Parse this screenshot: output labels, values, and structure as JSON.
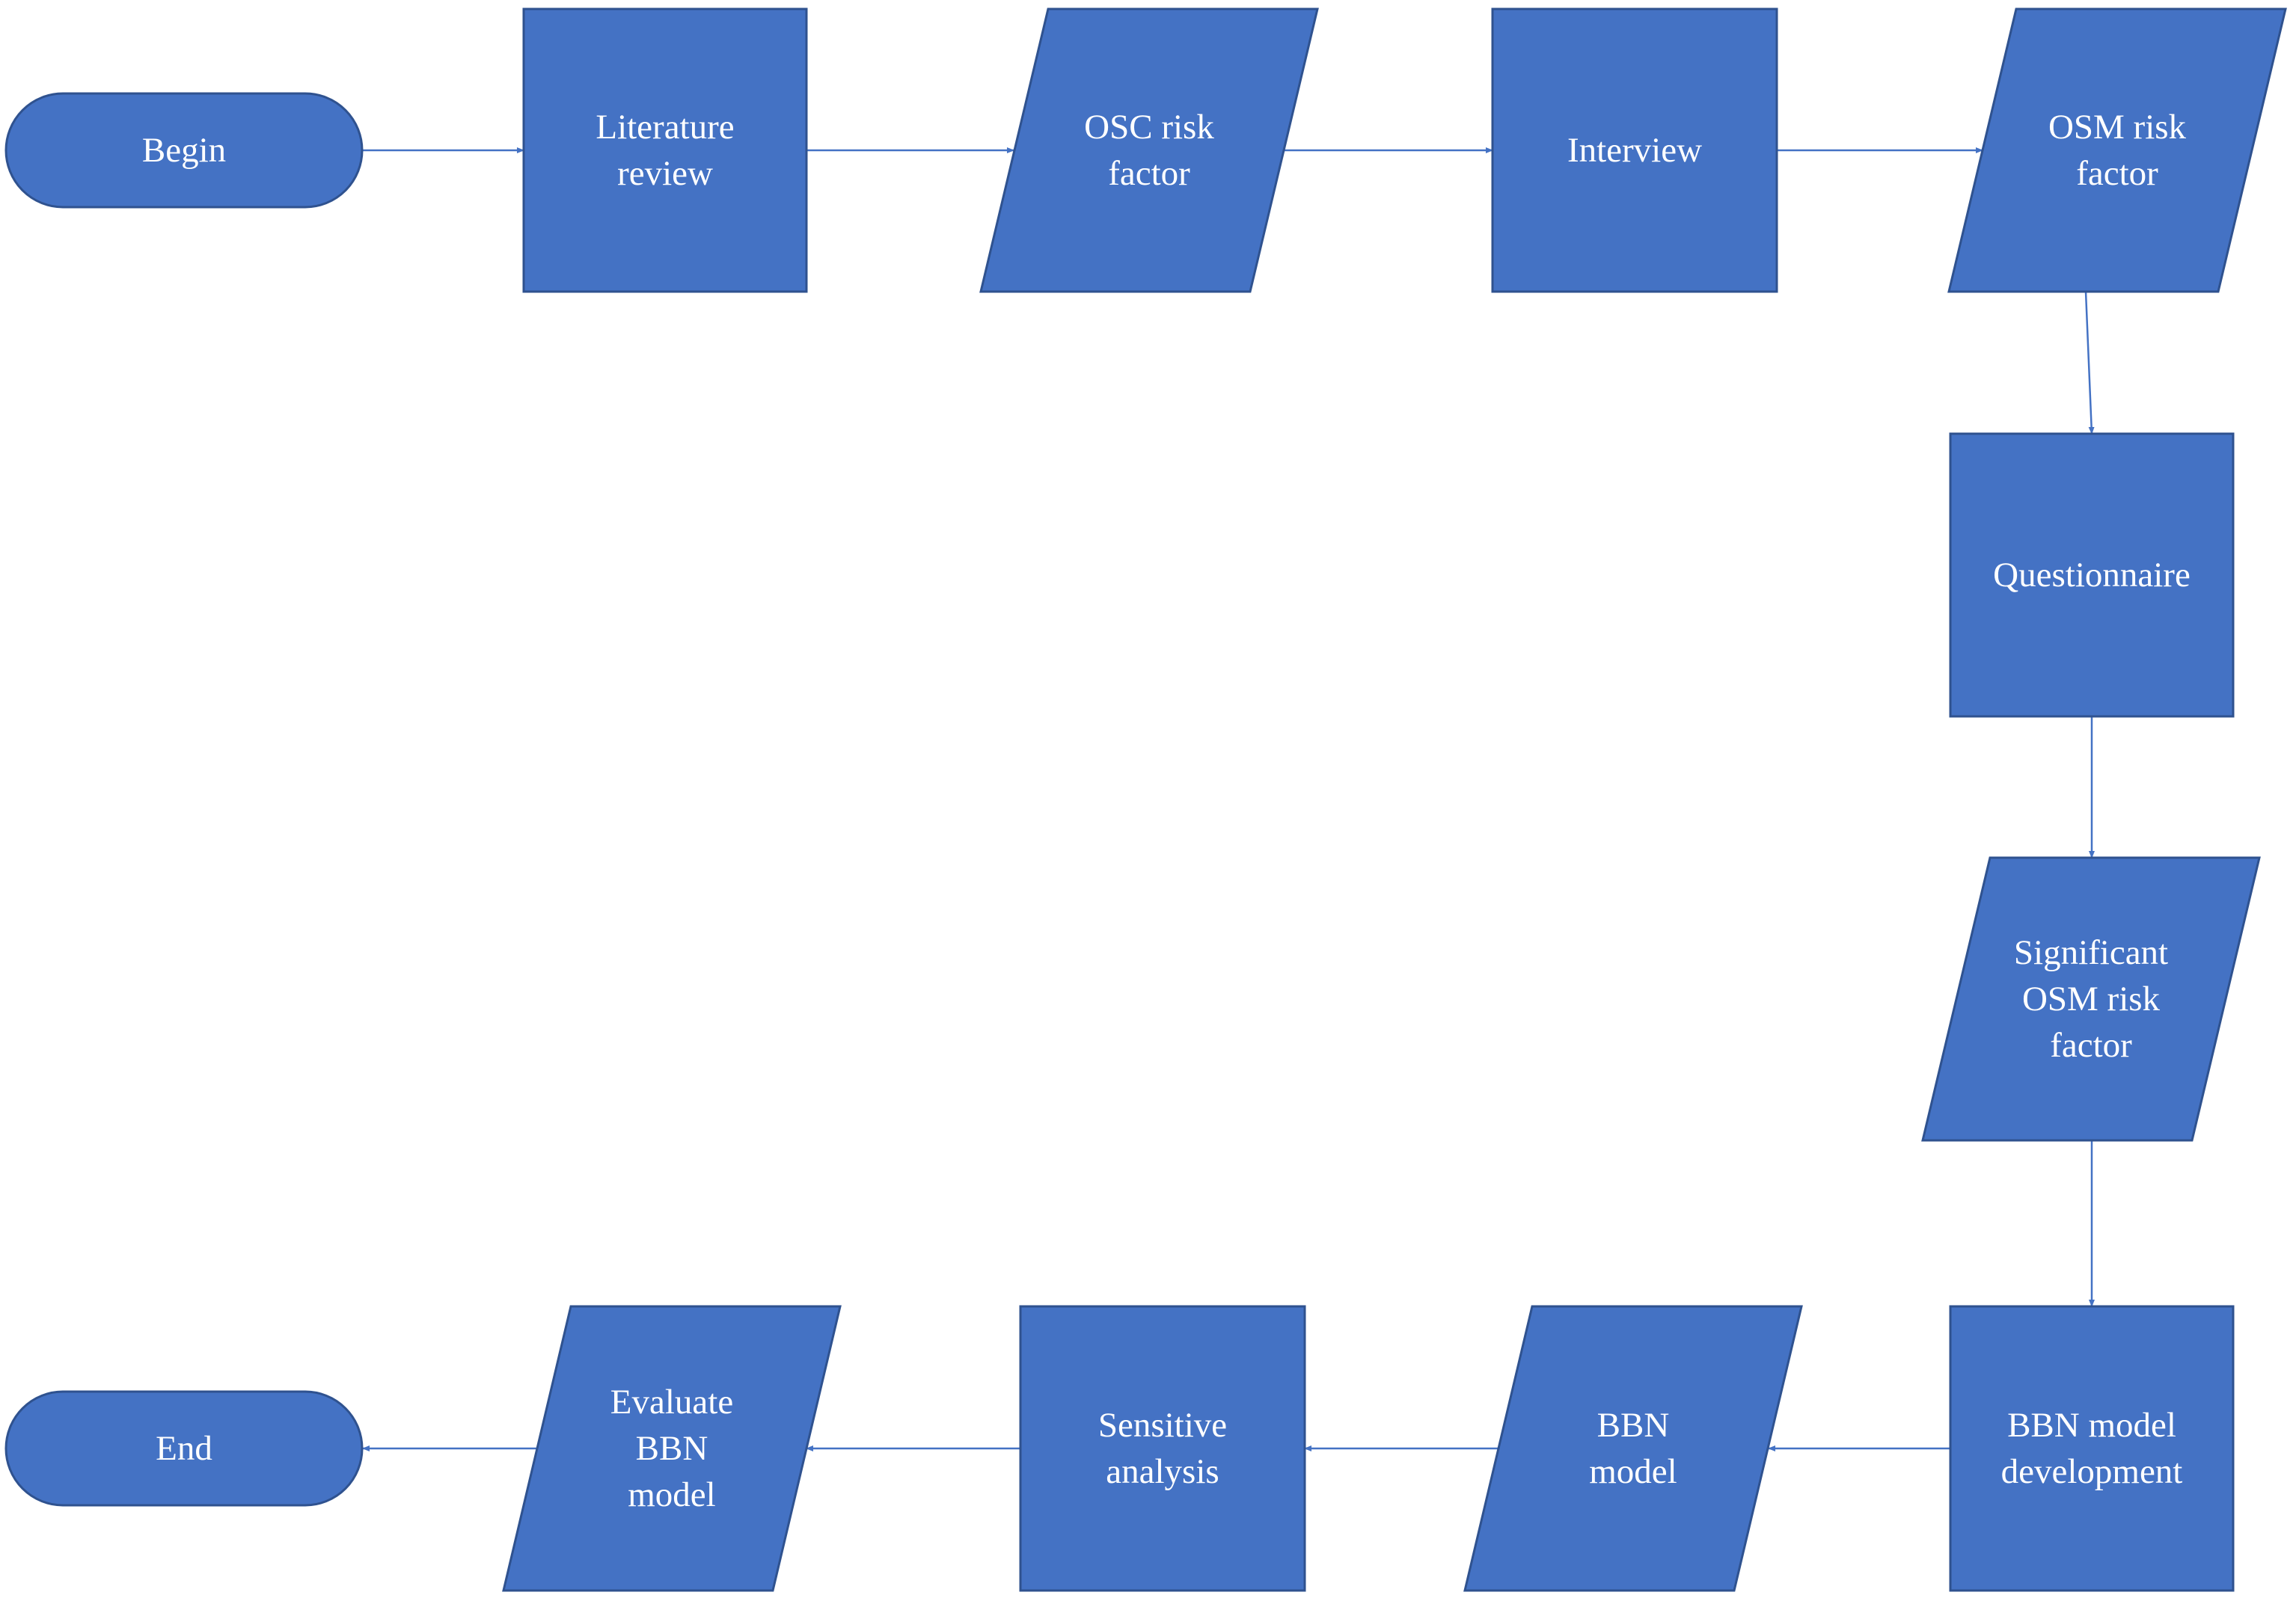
{
  "colors": {
    "fill": "#4472C4",
    "stroke": "#2F528F",
    "arrow": "#4472C4",
    "text": "#FFFFFF",
    "background": "#FFFFFF"
  },
  "nodes": {
    "begin": {
      "shape": "terminator",
      "lines": [
        "Begin"
      ]
    },
    "literature_review": {
      "shape": "process",
      "lines": [
        "Literature",
        "review"
      ]
    },
    "osc_risk_factor": {
      "shape": "data",
      "lines": [
        "OSC risk",
        "factor"
      ]
    },
    "interview": {
      "shape": "process",
      "lines": [
        "Interview"
      ]
    },
    "osm_risk_factor": {
      "shape": "data",
      "lines": [
        "OSM risk",
        "factor"
      ]
    },
    "questionnaire": {
      "shape": "process",
      "lines": [
        "Questionnaire"
      ]
    },
    "significant_osm_risk_factor": {
      "shape": "data",
      "lines": [
        "Significant",
        "OSM risk",
        "factor"
      ]
    },
    "bbn_model_development": {
      "shape": "process",
      "lines": [
        "BBN model",
        "development"
      ]
    },
    "bbn_model": {
      "shape": "data",
      "lines": [
        "BBN",
        "model"
      ]
    },
    "sensitive_analysis": {
      "shape": "process",
      "lines": [
        "Sensitive",
        "analysis"
      ]
    },
    "evaluate_bbn_model": {
      "shape": "data",
      "lines": [
        "Evaluate",
        "BBN",
        "model"
      ]
    },
    "end": {
      "shape": "terminator",
      "lines": [
        "End"
      ]
    }
  },
  "edges": [
    {
      "from": "begin",
      "to": "literature_review"
    },
    {
      "from": "literature_review",
      "to": "osc_risk_factor"
    },
    {
      "from": "osc_risk_factor",
      "to": "interview"
    },
    {
      "from": "interview",
      "to": "osm_risk_factor"
    },
    {
      "from": "osm_risk_factor",
      "to": "questionnaire"
    },
    {
      "from": "questionnaire",
      "to": "significant_osm_risk_factor"
    },
    {
      "from": "significant_osm_risk_factor",
      "to": "bbn_model_development"
    },
    {
      "from": "bbn_model_development",
      "to": "bbn_model"
    },
    {
      "from": "bbn_model",
      "to": "sensitive_analysis"
    },
    {
      "from": "sensitive_analysis",
      "to": "evaluate_bbn_model"
    },
    {
      "from": "evaluate_bbn_model",
      "to": "end"
    }
  ]
}
